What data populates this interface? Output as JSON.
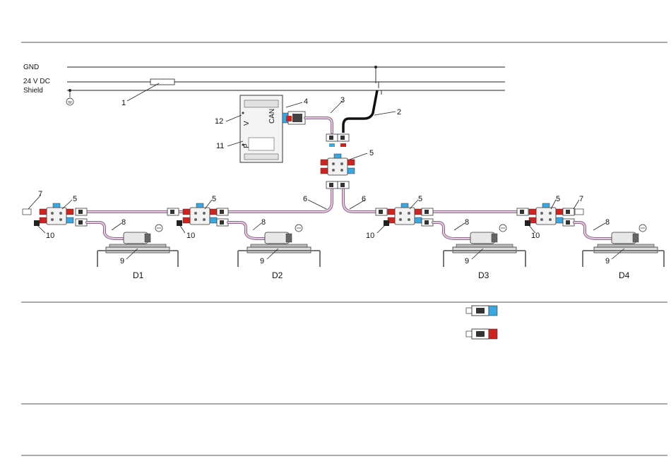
{
  "bus_labels": [
    "GND",
    "24 V DC",
    "Shield"
  ],
  "callouts": [
    "1",
    "2",
    "3",
    "4",
    "5",
    "6",
    "7",
    "8",
    "9",
    "10",
    "11",
    "12"
  ],
  "controller_label": "CAN",
  "drive_labels": [
    "D1",
    "D2",
    "D3",
    "D4"
  ],
  "legend_items": [
    {
      "icon": "connector-blue-icon",
      "color": "#3aa7e0"
    },
    {
      "icon": "connector-red-icon",
      "color": "#d0231f"
    }
  ],
  "colors": {
    "cable_outer": "#8a6b86",
    "cable_inner": "#e7c9e4",
    "connector_red": "#d0231f",
    "connector_blue": "#3aa7e0",
    "trunk_black": "#111111"
  }
}
